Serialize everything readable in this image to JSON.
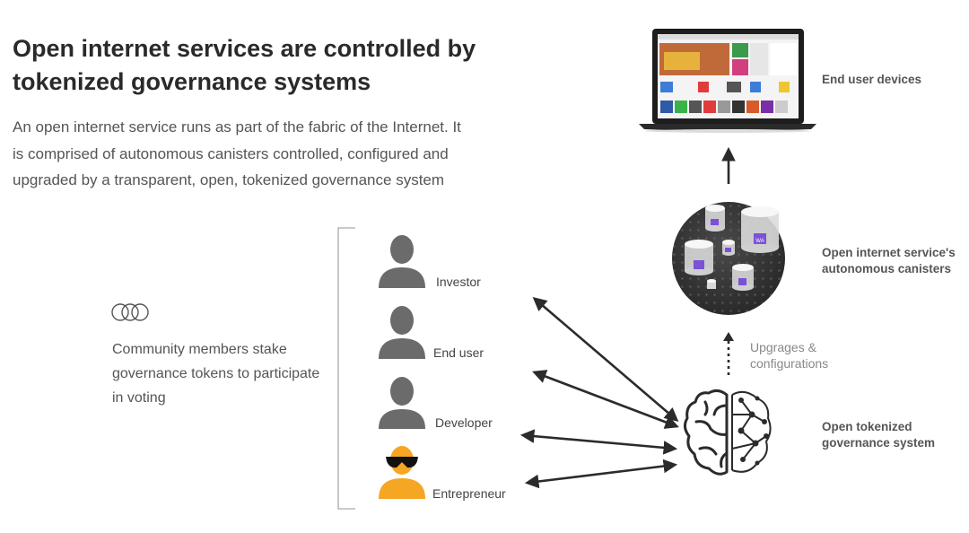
{
  "title": "Open internet services are controlled by tokenized governance systems",
  "intro": "An open internet service runs as part of the fabric of the Internet. It is comprised of autonomous canisters controlled, configured and upgraded by a transparent, open, tokenized governance system",
  "community": {
    "icon": "linked-circles-icon",
    "text": "Community members stake governance tokens to participate in voting"
  },
  "stakeholders": [
    {
      "label": "Investor",
      "color": "#6b6b6b"
    },
    {
      "label": "End user",
      "color": "#6b6b6b"
    },
    {
      "label": "Developer",
      "color": "#6b6b6b"
    },
    {
      "label": "Entrepreneur",
      "color": "#f5a623"
    }
  ],
  "right": {
    "devices": "End user devices",
    "canisters": "Open internet service's autonomous canisters",
    "upgrades": "Upgrages & configurations",
    "governance": "Open tokenized governance system",
    "canister_badge": "WA"
  },
  "colors": {
    "accent_purple": "#7b52d6",
    "dark": "#2b2b2b",
    "orange": "#f5a623"
  }
}
